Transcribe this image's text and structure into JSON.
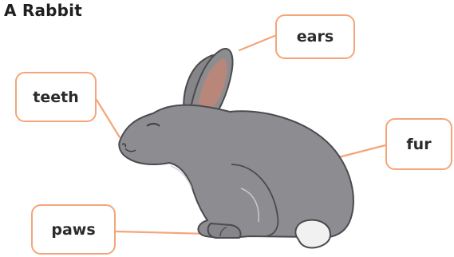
{
  "title": "A Rabbit",
  "labels": {
    "ears": "ears",
    "teeth": "teeth",
    "fur": "fur",
    "paws": "paws"
  },
  "colors": {
    "label_border": "#f4a579",
    "leader_line": "#f4a579",
    "fur_body": "#8d8d91",
    "fur_shadow": "#7a7a7e",
    "outline": "#4b4b4e",
    "ear_inner": "#b9877a",
    "tail": "#f1f1f1"
  }
}
